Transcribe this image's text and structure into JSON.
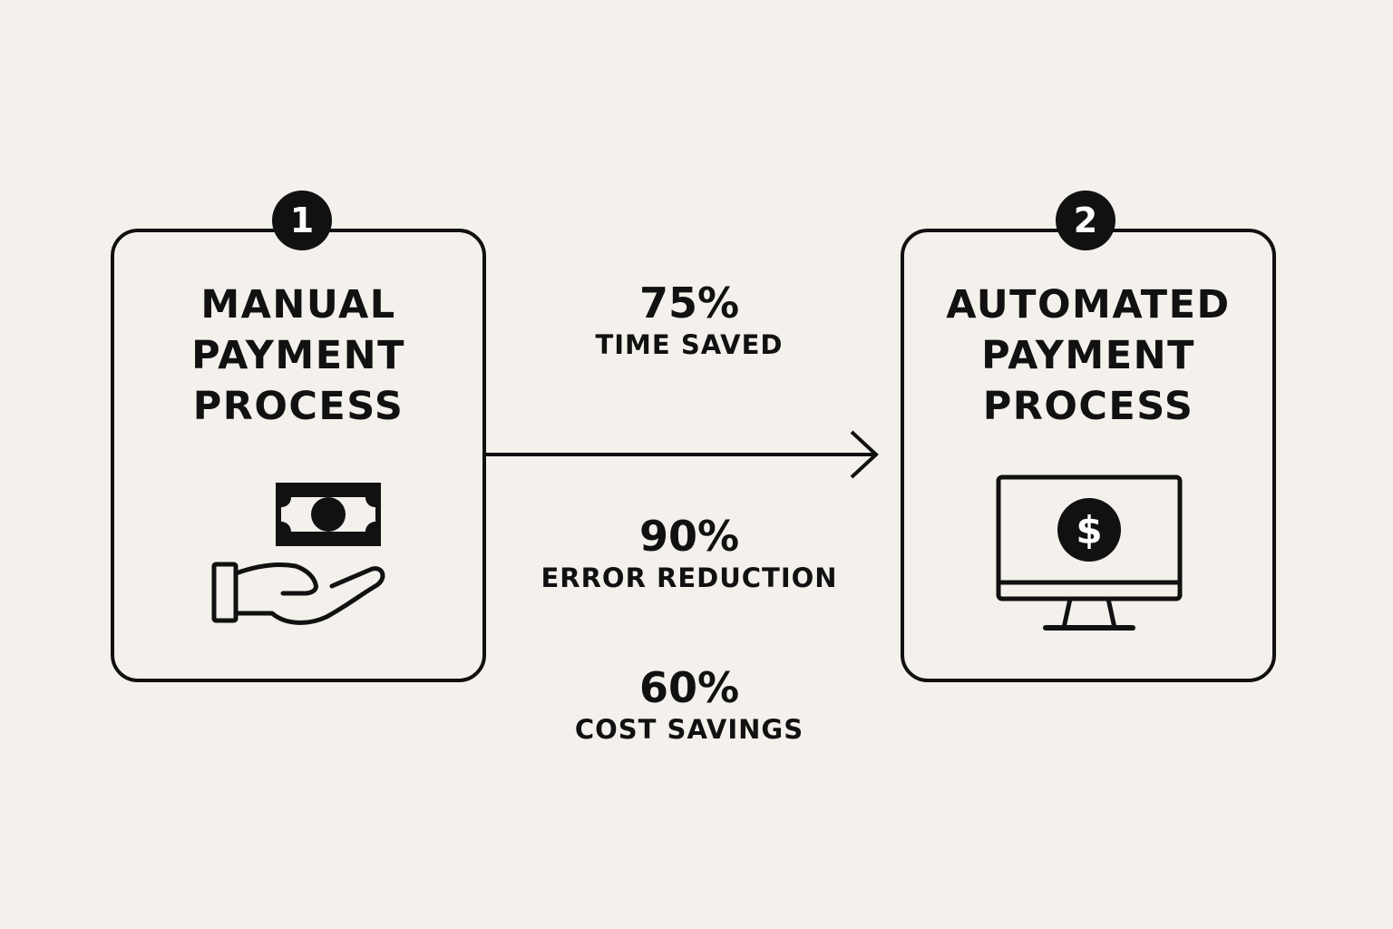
{
  "steps": [
    {
      "number": "1",
      "title_lines": [
        "MANUAL",
        "PAYMENT",
        "PROCESS"
      ],
      "icon": "hand-holding-cash-icon"
    },
    {
      "number": "2",
      "title_lines": [
        "AUTOMATED",
        "PAYMENT",
        "PROCESS"
      ],
      "icon": "monitor-dollar-icon"
    }
  ],
  "stats": [
    {
      "value": "75%",
      "label": "TIME SAVED"
    },
    {
      "value": "90%",
      "label": "ERROR REDUCTION"
    },
    {
      "value": "60%",
      "label": "COST SAVINGS"
    }
  ],
  "connector": {
    "icon": "arrow-right-icon"
  },
  "colors": {
    "background": "#f4f1ed",
    "ink": "#111111",
    "badge_text": "#ffffff"
  }
}
